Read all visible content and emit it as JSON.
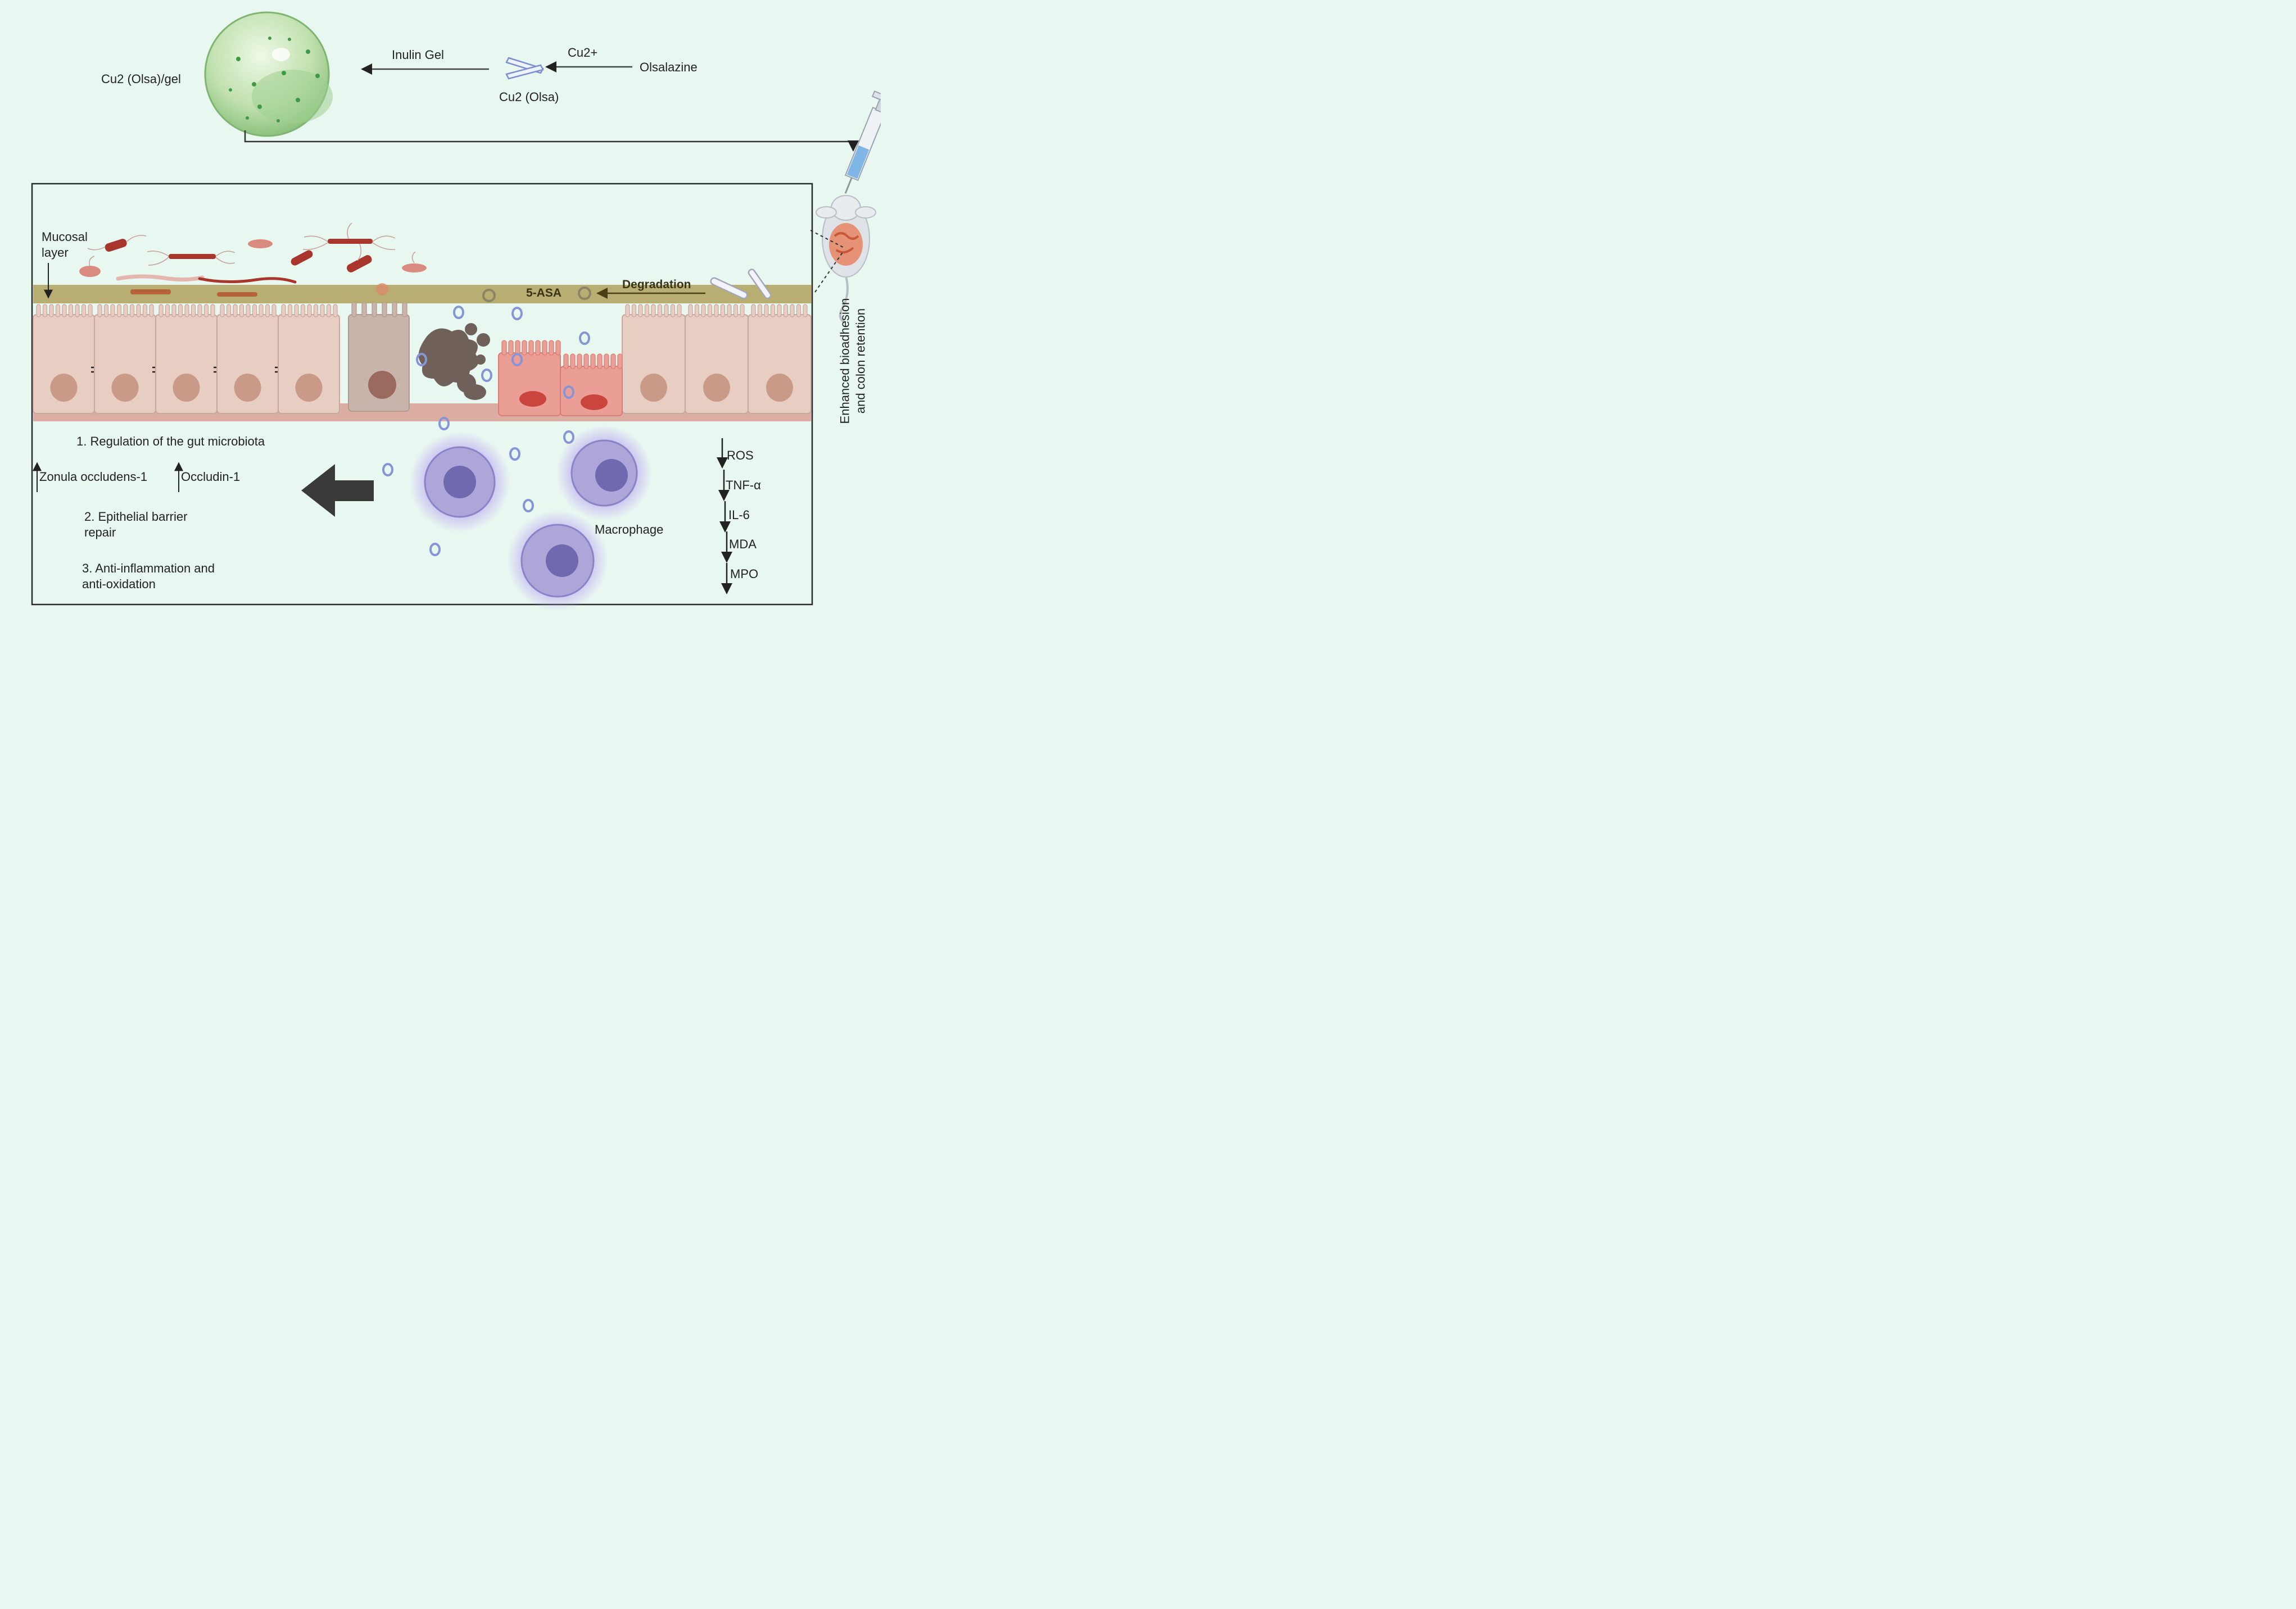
{
  "labels": {
    "gel": "Cu2 (Olsa)/gel",
    "inulin_gel": "Inulin Gel",
    "cu2_plus": "Cu2+",
    "olsalazine": "Olsalazine",
    "cu2_olsa": "Cu2 (Olsa)",
    "mucosal_layer": "Mucosal layer",
    "five_asa": "5-ASA",
    "degradation": "Degradation",
    "enhanced": "Enhanced bioadhesion and colon retention",
    "macrophage": "Macrophage"
  },
  "effects": [
    "1. Regulation of the gut microbiota",
    "2. Epithelial barrier repair",
    "3. Anti-inflammation and anti-oxidation"
  ],
  "upregulated": [
    "Zonula occludens-1",
    "Occludin-1"
  ],
  "downregulated": [
    "ROS",
    "TNF-α",
    "IL-6",
    "MDA",
    "MPO"
  ],
  "colors": {
    "background": "#e9f7f1",
    "mucus": "#b9ae72",
    "epithelium": "#e8cdc3",
    "inflamed": "#ea9e96",
    "macrophage": "#a79ed6",
    "bacteria": "#9e2a22"
  }
}
